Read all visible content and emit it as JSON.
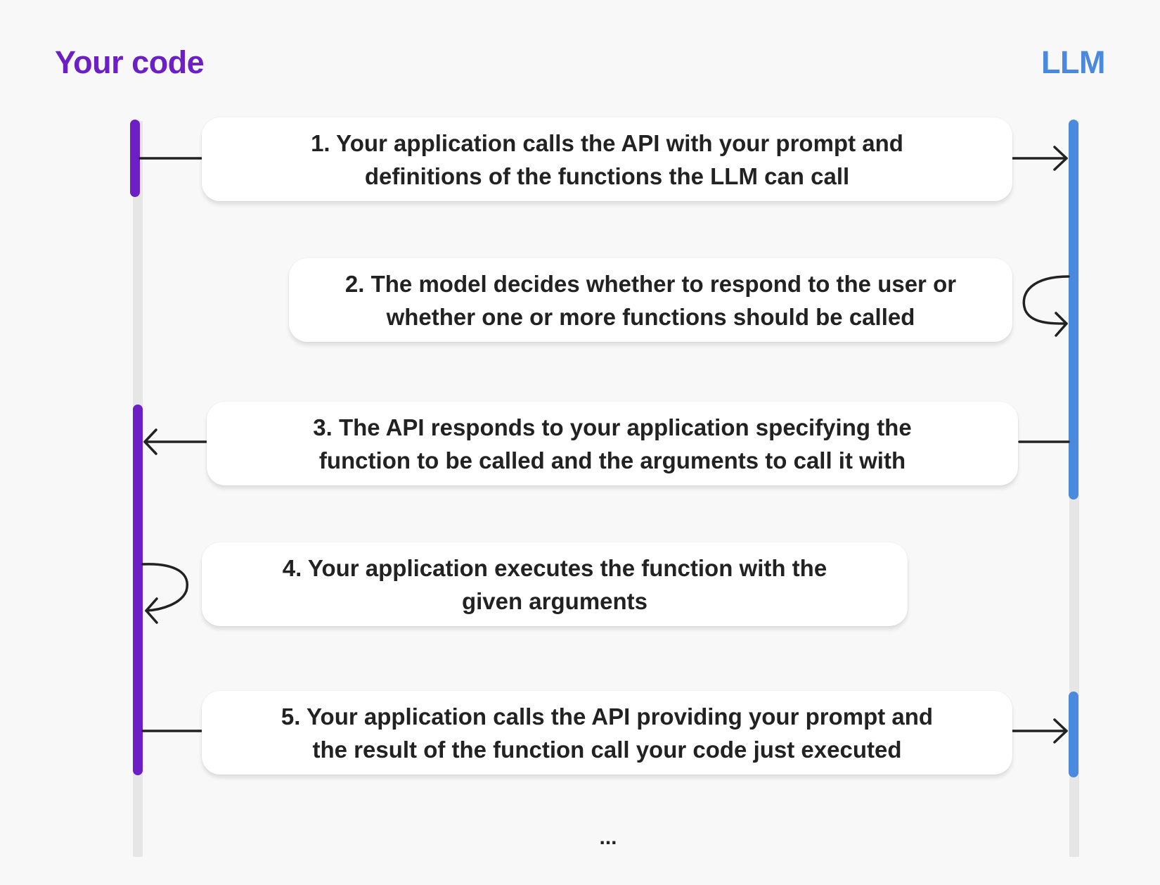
{
  "actors": {
    "left": {
      "label": "Your code",
      "color": "#6b1fc4"
    },
    "right": {
      "label": "LLM",
      "color": "#4a89dc"
    }
  },
  "steps": [
    {
      "text": "1. Your application calls the API with your prompt and\ndefinitions of the functions the LLM can call"
    },
    {
      "text": "2. The model decides whether to respond to the user or\nwhether one or more functions should be called"
    },
    {
      "text": "3. The API responds to your application specifying the\nfunction to be called and the arguments to call it with"
    },
    {
      "text": "4. Your application executes the function with the\ngiven  arguments"
    },
    {
      "text": "5. Your application calls the API providing your prompt and\nthe result of the function call your code just executed"
    }
  ],
  "continuation": "..."
}
